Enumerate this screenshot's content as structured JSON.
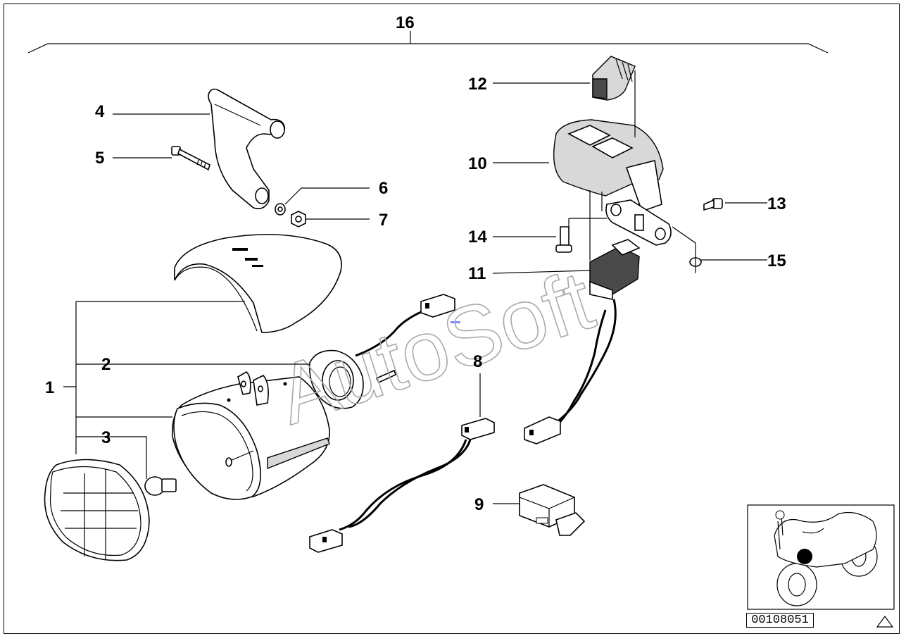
{
  "diagram": {
    "callouts": [
      {
        "id": "c16",
        "label": "16"
      },
      {
        "id": "c12",
        "label": "12"
      },
      {
        "id": "c4",
        "label": "4"
      },
      {
        "id": "c10",
        "label": "10"
      },
      {
        "id": "c5",
        "label": "5"
      },
      {
        "id": "c6",
        "label": "6"
      },
      {
        "id": "c13",
        "label": "13"
      },
      {
        "id": "c7",
        "label": "7"
      },
      {
        "id": "c14",
        "label": "14"
      },
      {
        "id": "c15",
        "label": "15"
      },
      {
        "id": "c11",
        "label": "11"
      },
      {
        "id": "c8",
        "label": "8"
      },
      {
        "id": "c2",
        "label": "2"
      },
      {
        "id": "c1",
        "label": "1"
      },
      {
        "id": "c3",
        "label": "3"
      },
      {
        "id": "c9",
        "label": "9"
      }
    ],
    "watermark": "AutoSoft",
    "reference_code": "00108051",
    "warning_icon": "triangle-icon"
  }
}
